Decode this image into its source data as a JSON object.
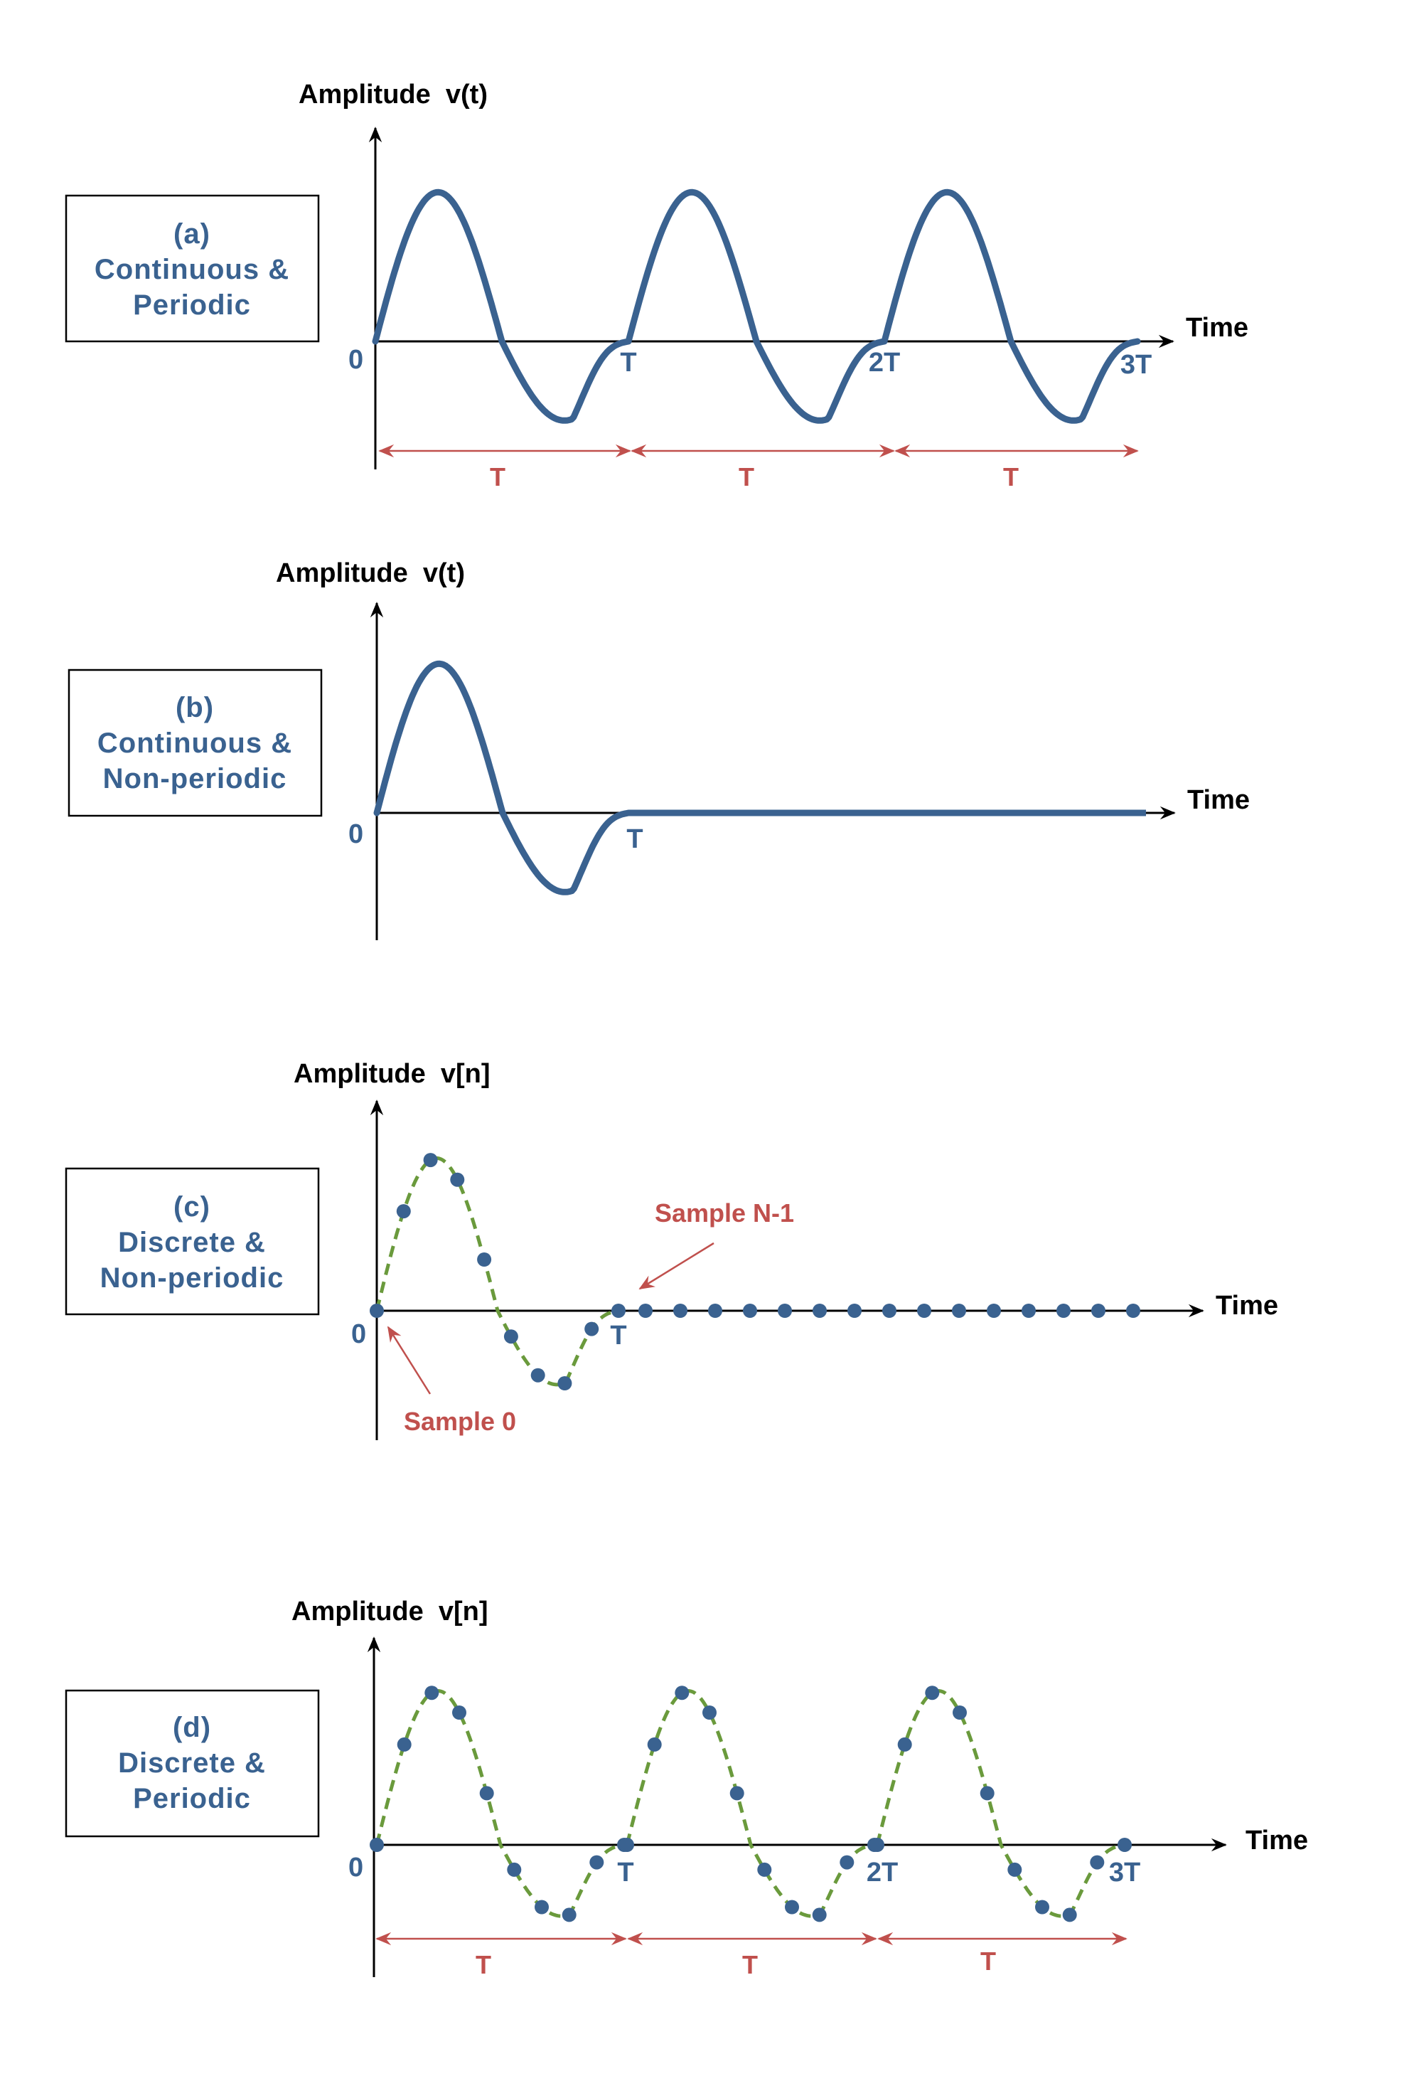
{
  "colors": {
    "signal": "#3A6290",
    "period_arrow": "#C0504D",
    "dashed_curve": "#6A9A3C",
    "axis": "#000000",
    "box_border": "#000000",
    "overshoot_curve": "#A0A0A0"
  },
  "panels": [
    {
      "id": "a",
      "box": {
        "lines": [
          "(a)",
          "Continuous &",
          "Periodic"
        ]
      },
      "y_axis_label": "Amplitude  v(t)",
      "x_axis_label": "Time",
      "origin_label": "0",
      "tick_labels": [
        "T",
        "2T",
        "3T"
      ],
      "period_labels": [
        "T",
        "T",
        "T"
      ]
    },
    {
      "id": "b",
      "box": {
        "lines": [
          "(b)",
          "Continuous &",
          "Non-periodic"
        ]
      },
      "y_axis_label": "Amplitude  v(t)",
      "x_axis_label": "Time",
      "origin_label": "0",
      "tick_labels": [
        "T"
      ]
    },
    {
      "id": "c",
      "box": {
        "lines": [
          "(c)",
          "Discrete &",
          "Non-periodic"
        ]
      },
      "y_axis_label": "Amplitude  v[n]",
      "x_axis_label": "Time",
      "origin_label": "0",
      "tick_labels": [
        "T"
      ],
      "annotations": [
        "Sample N-1",
        "Sample 0"
      ]
    },
    {
      "id": "d",
      "box": {
        "lines": [
          "(d)",
          "Discrete &",
          "Periodic"
        ]
      },
      "y_axis_label": "Amplitude  v[n]",
      "x_axis_label": "Time",
      "origin_label": "0",
      "tick_labels": [
        "T",
        "2T",
        "3T"
      ],
      "period_labels": [
        "T",
        "T",
        "T"
      ]
    }
  ]
}
